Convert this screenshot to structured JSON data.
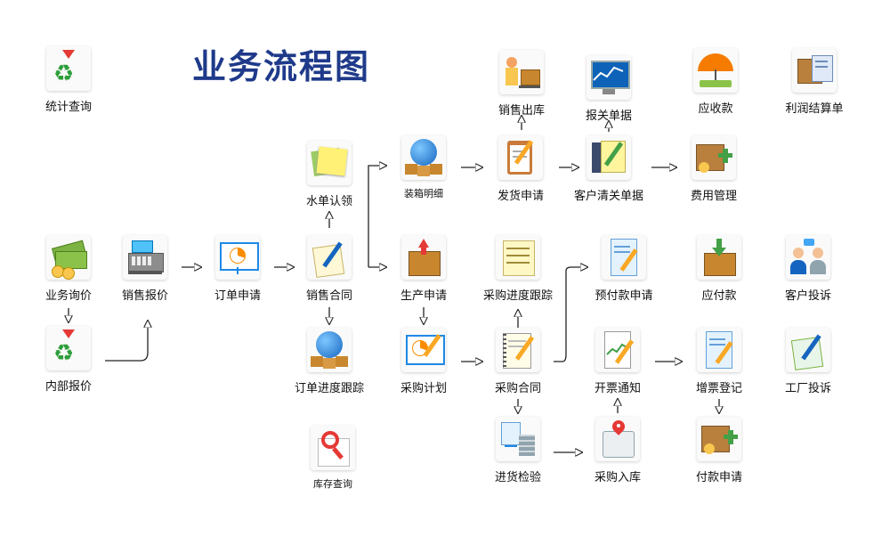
{
  "title": "业务流程图",
  "nodes": {
    "stats_query": "统计查询",
    "sales_outbound": "销售出库",
    "customs_doc": "报关单据",
    "receivable": "应收款",
    "profit_statement": "利润结算单",
    "water_claim": "水单认领",
    "packing_detail": "装箱明细",
    "ship_request": "发货申请",
    "customs_clearance": "客户清关单据",
    "expense_mgmt": "费用管理",
    "business_inquiry": "业务询价",
    "sales_quote": "销售报价",
    "order_request": "订单申请",
    "sales_contract": "销售合同",
    "production_request": "生产申请",
    "purchase_tracking": "采购进度跟踪",
    "prepayment_request": "预付款申请",
    "payable": "应付款",
    "customer_complaint": "客户投诉",
    "internal_quote": "内部报价",
    "order_tracking": "订单进度跟踪",
    "purchase_plan": "采购计划",
    "purchase_contract": "采购合同",
    "invoice_notice": "开票通知",
    "vat_register": "增票登记",
    "factory_complaint": "工厂投诉",
    "inventory_query": "库存查询",
    "incoming_inspection": "进货检验",
    "purchase_warehousing": "采购入库",
    "payment_request": "付款申请"
  }
}
